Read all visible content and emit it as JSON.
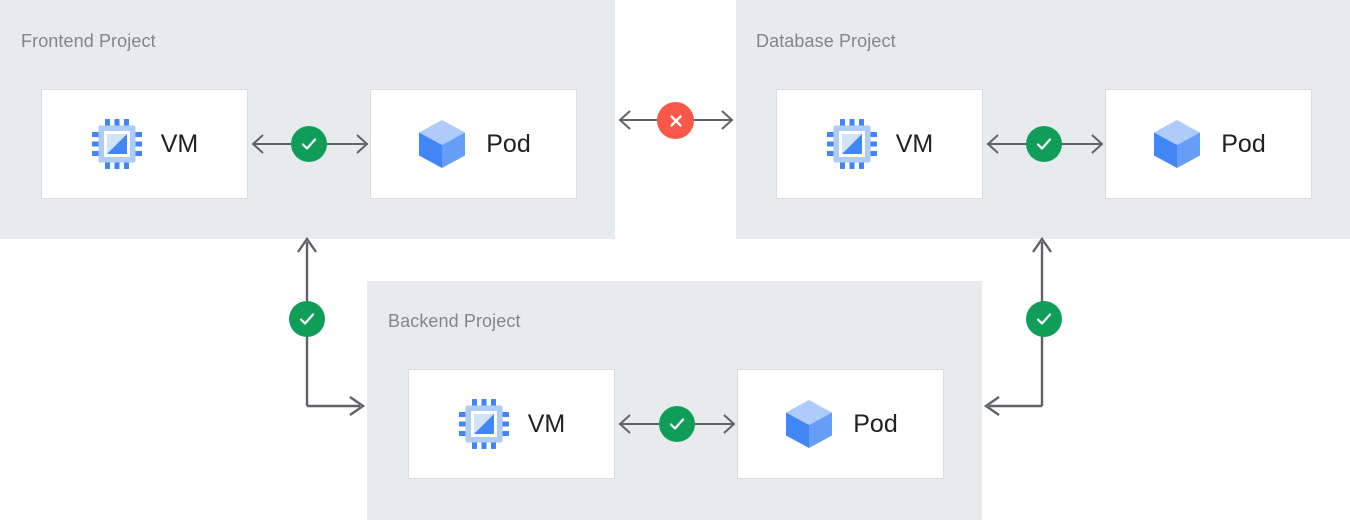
{
  "diagram": {
    "title_color": "#80868b",
    "panel_bg": "#e8ebed",
    "card_bg": "#ffffff",
    "card_border": "#dadce0",
    "label_color": "#202124",
    "line_color": "#5f6368",
    "ok_color": "#0f9d58",
    "error_color": "#f9574a",
    "icon_blue_dark": "#4285f4",
    "icon_blue_mid": "#669df6",
    "icon_blue_light": "#aecbfa",
    "icon_blue_pale": "#d2e3fc"
  },
  "projects": [
    {
      "id": "frontend",
      "title": "Frontend Project",
      "resources": [
        {
          "id": "frontend-vm",
          "label": "VM",
          "icon": "vm-chip-icon"
        },
        {
          "id": "frontend-pod",
          "label": "Pod",
          "icon": "pod-cube-icon"
        }
      ]
    },
    {
      "id": "database",
      "title": "Database Project",
      "resources": [
        {
          "id": "database-vm",
          "label": "VM",
          "icon": "vm-chip-icon"
        },
        {
          "id": "database-pod",
          "label": "Pod",
          "icon": "pod-cube-icon"
        }
      ]
    },
    {
      "id": "backend",
      "title": "Backend Project",
      "resources": [
        {
          "id": "backend-vm",
          "label": "VM",
          "icon": "vm-chip-icon"
        },
        {
          "id": "backend-pod",
          "label": "Pod",
          "icon": "pod-cube-icon"
        }
      ]
    }
  ],
  "connections": [
    {
      "id": "frontend-internal",
      "from": "frontend-vm",
      "to": "frontend-pod",
      "status": "allowed",
      "status_icon": "check-icon",
      "direction": "bidirectional",
      "shape": "horizontal"
    },
    {
      "id": "frontend-to-database",
      "from": "frontend",
      "to": "database",
      "status": "blocked",
      "status_icon": "close-icon",
      "direction": "bidirectional",
      "shape": "horizontal"
    },
    {
      "id": "database-internal",
      "from": "database-vm",
      "to": "database-pod",
      "status": "allowed",
      "status_icon": "check-icon",
      "direction": "bidirectional",
      "shape": "horizontal"
    },
    {
      "id": "backend-internal",
      "from": "backend-vm",
      "to": "backend-pod",
      "status": "allowed",
      "status_icon": "check-icon",
      "direction": "bidirectional",
      "shape": "horizontal"
    },
    {
      "id": "frontend-to-backend",
      "from": "backend",
      "to": "frontend",
      "status": "allowed",
      "status_icon": "check-icon",
      "direction": "bidirectional",
      "shape": "elbow-left"
    },
    {
      "id": "database-to-backend",
      "from": "backend",
      "to": "database",
      "status": "allowed",
      "status_icon": "check-icon",
      "direction": "bidirectional",
      "shape": "elbow-right"
    }
  ]
}
